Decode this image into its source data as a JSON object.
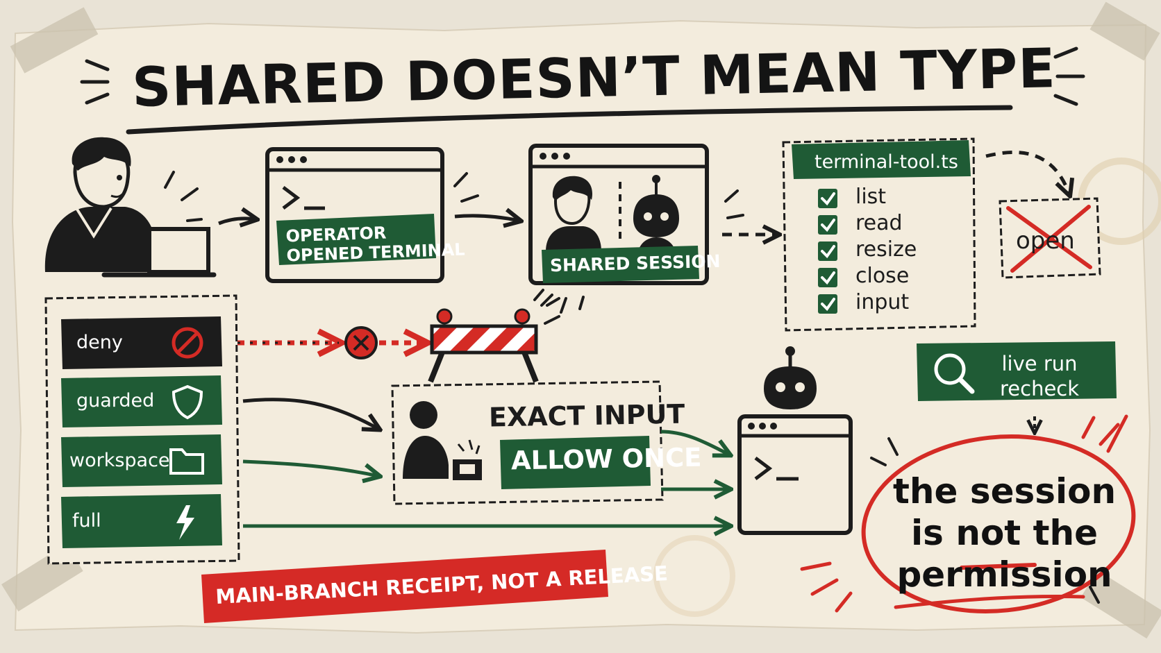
{
  "title": "SHARED DOESN’T MEAN TYPE",
  "terminal_card": {
    "prompt_symbol": ">_",
    "label_line1": "OPERATOR",
    "label_line2": "OPENED TERMINAL"
  },
  "session_card": {
    "label": "SHARED SESSION"
  },
  "tool_card": {
    "filename": "terminal-tool.ts",
    "checklist": [
      "list",
      "read",
      "resize",
      "close",
      "input"
    ]
  },
  "excluded_action": "open",
  "permission_levels": [
    {
      "label": "deny",
      "icon": "no-entry-icon"
    },
    {
      "label": "guarded",
      "icon": "shield-icon"
    },
    {
      "label": "workspace",
      "icon": "folder-icon"
    },
    {
      "label": "full",
      "icon": "lightning-icon"
    }
  ],
  "approval_card": {
    "line1": "EXACT INPUT",
    "line2": "ALLOW ONCE"
  },
  "target_terminal": {
    "prompt_symbol": ">_"
  },
  "recheck_badge": {
    "line1": "live run",
    "line2": "recheck"
  },
  "callout": {
    "line1": "the session",
    "line2_a": "is",
    "line2_b": "not",
    "line2_c": "the",
    "line3": "permission"
  },
  "footer_banner": "MAIN-BRANCH RECEIPT, NOT A RELEASE",
  "colors": {
    "paper": "#f3ecdd",
    "green": "#1f5b35",
    "black": "#1c1c1c",
    "red": "#d42b25",
    "banner_red": "#d52a26"
  }
}
